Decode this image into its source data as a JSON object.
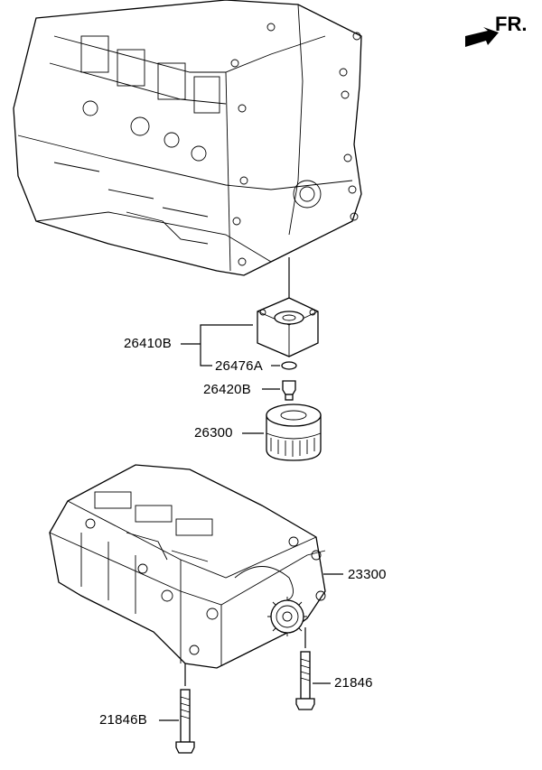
{
  "orientation": {
    "label": "FR."
  },
  "parts": [
    {
      "id": "p1",
      "number": "26410B"
    },
    {
      "id": "p2",
      "number": "26476A"
    },
    {
      "id": "p3",
      "number": "26420B"
    },
    {
      "id": "p4",
      "number": "26300"
    },
    {
      "id": "p5",
      "number": "23300"
    },
    {
      "id": "p6",
      "number": "21846"
    },
    {
      "id": "p7",
      "number": "21846B"
    }
  ]
}
